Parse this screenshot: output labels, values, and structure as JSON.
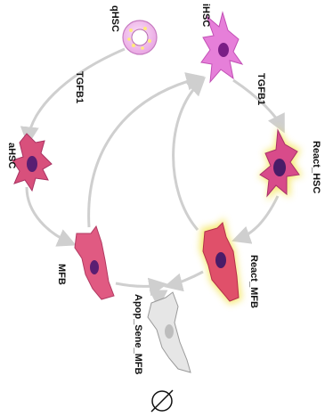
{
  "diagram": {
    "cells": {
      "qhsc": {
        "label": "qHSC",
        "color": "#f2b8ee",
        "nucleus": "#ffffff"
      },
      "ihsc": {
        "label": "iHSC",
        "color": "#e67fd9",
        "nucleus": "#7a1e86"
      },
      "react_hsc": {
        "label": "React_HSC",
        "color": "#d84b8a",
        "nucleus": "#4a1c68",
        "glow": "#f3e24a"
      },
      "react_mfb": {
        "label": "React_MFB",
        "color": "#e0506a",
        "nucleus": "#4a1c68",
        "glow": "#f3e24a"
      },
      "ahsc": {
        "label": "aHSC",
        "color": "#d8507c",
        "nucleus": "#5a1e72"
      },
      "mfb": {
        "label": "MFB",
        "color": "#e05a82",
        "nucleus": "#5a1e72"
      },
      "apop": {
        "label": "Apop_Sene_MFB",
        "color": "#e6e6e6",
        "nucleus": "#bdbdbd"
      }
    },
    "arrows": {
      "left_label": "TGFB1",
      "right_label": "TGFB1",
      "color": "#cfcfcf"
    },
    "end_symbol": "empty-set"
  }
}
